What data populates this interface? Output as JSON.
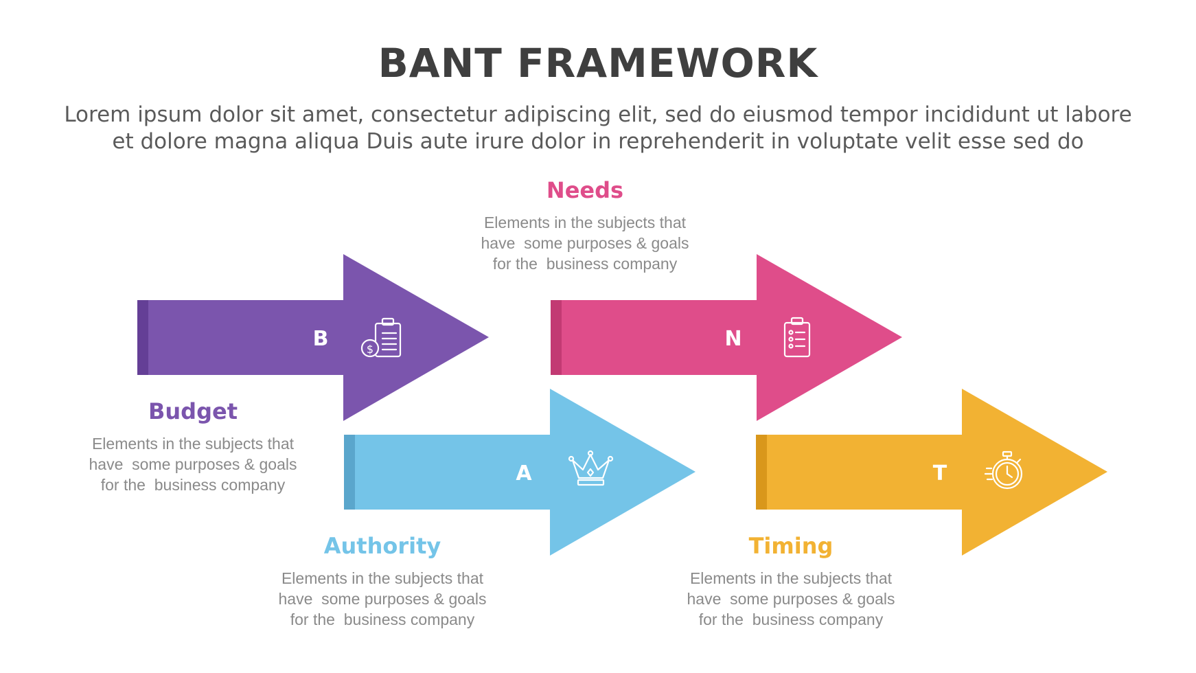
{
  "header": {
    "title": "BANT FRAMEWORK",
    "subtitle_lines": [
      "Lorem ipsum dolor sit amet, consectetur adipiscing elit, sed do eiusmod tempor incididunt ut labore",
      "et dolore magna aliqua Duis aute irure dolor in reprehenderit in voluptate velit esse sed do"
    ]
  },
  "steps": [
    {
      "letter": "B",
      "title": "Budget",
      "icon": "clipboard-dollar-icon",
      "color": "#7b55ad",
      "shade": "#643f96",
      "desc": [
        "Elements in the subjects that",
        "have  some purposes & goals",
        "for the  business company"
      ]
    },
    {
      "letter": "N",
      "title": "Needs",
      "icon": "checklist-clipboard-icon",
      "color": "#df4d8a",
      "shade": "#c23a73",
      "desc": [
        "Elements in the subjects that",
        "have  some purposes & goals",
        "for the  business company"
      ]
    },
    {
      "letter": "A",
      "title": "Authority",
      "icon": "crown-icon",
      "color": "#74c4e8",
      "shade": "#5aa6cc",
      "desc": [
        "Elements in the subjects that",
        "have  some purposes & goals",
        "for the  business company"
      ]
    },
    {
      "letter": "T",
      "title": "Timing",
      "icon": "stopwatch-icon",
      "color": "#f2b233",
      "shade": "#d9971b",
      "desc": [
        "Elements in the subjects that",
        "have  some purposes & goals",
        "for the  business company"
      ]
    }
  ]
}
